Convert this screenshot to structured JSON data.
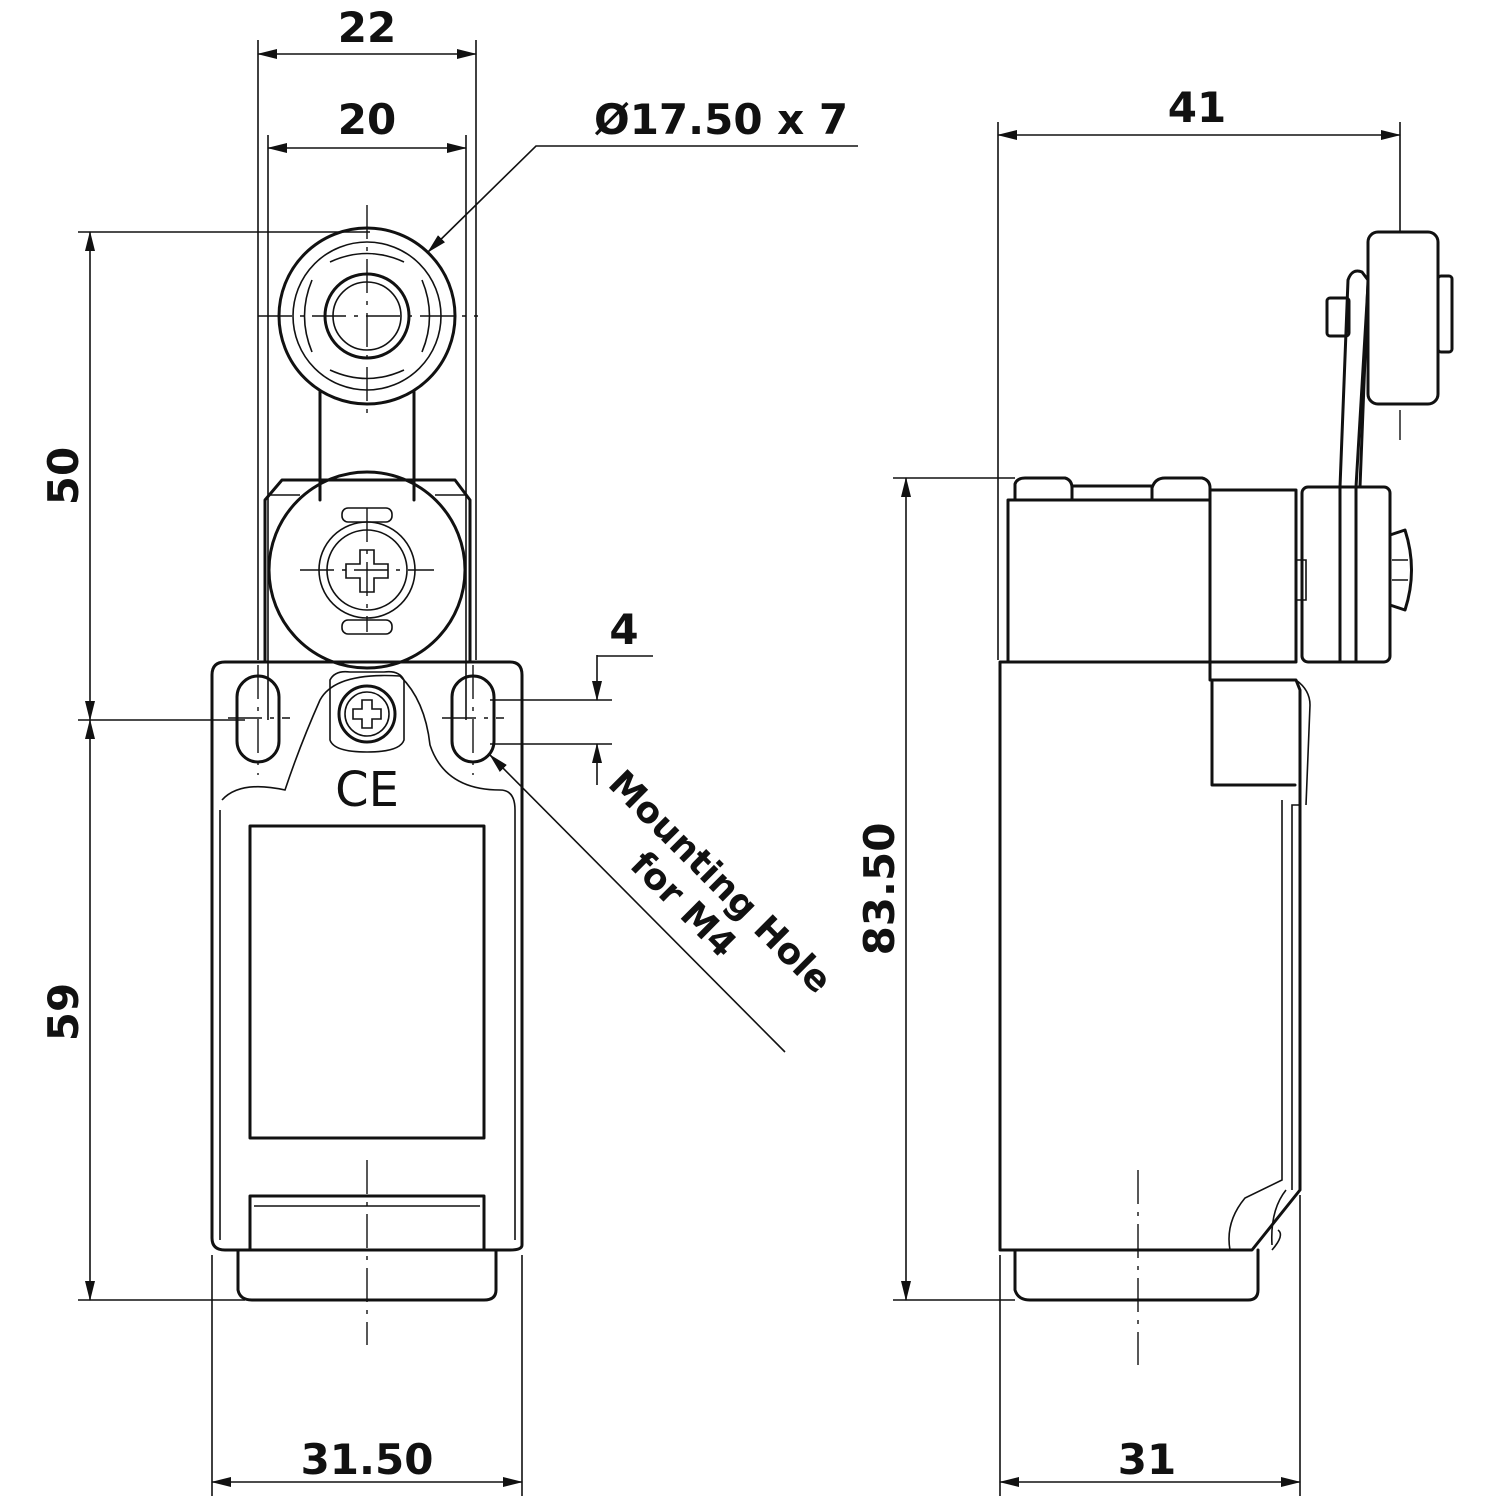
{
  "dimensions": {
    "roller_span_outer": "22",
    "roller_span_inner": "20",
    "roller_size": "Ø17.50 x 7",
    "lever_height": "50",
    "mounting_offset": "4",
    "body_height": "59",
    "body_width": "31.50",
    "side_reach": "41",
    "side_height": "83.50",
    "side_depth": "31"
  },
  "notes": {
    "mounting_hole_line1": "Mounting Hole",
    "mounting_hole_line2": "for M4"
  },
  "marks": {
    "ce": "CE"
  },
  "colors": {
    "line": "#111111",
    "background": "#ffffff"
  }
}
